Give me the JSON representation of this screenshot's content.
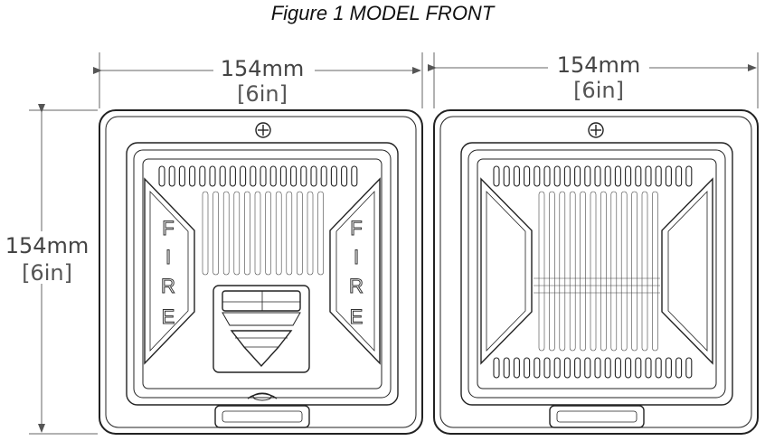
{
  "figure_title": "Figure 1 MODEL FRONT",
  "left_width": {
    "mm": "154mm",
    "inch": "[6in]"
  },
  "right_width": {
    "mm": "154mm",
    "inch": "[6in]"
  },
  "height": {
    "mm": "154mm",
    "inch": "[6in]"
  },
  "fire_left": [
    "F",
    "I",
    "R",
    "E"
  ],
  "fire_right": [
    "F",
    "I",
    "R",
    "E"
  ]
}
